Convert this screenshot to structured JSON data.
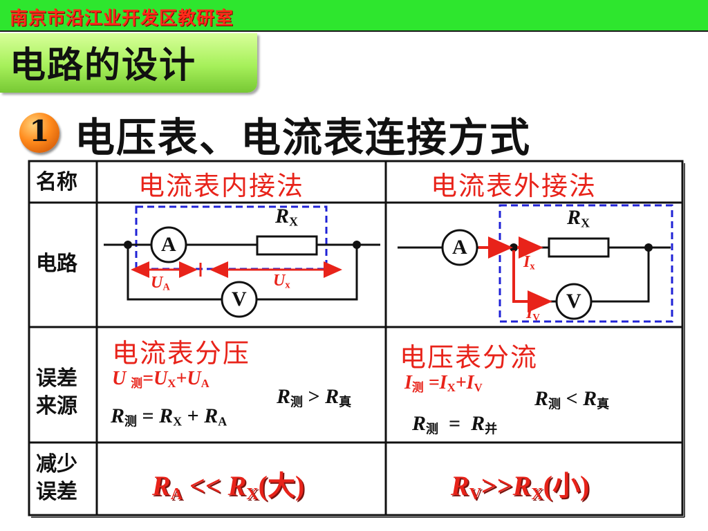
{
  "header": {
    "org": "南京市沿江业开发区教研室"
  },
  "tag": {
    "label": "电路的设计"
  },
  "section": {
    "number": "1",
    "title": "电压表、电流表连接方式"
  },
  "table": {
    "rows": {
      "name": "名称",
      "circuit": "电路",
      "error_line1": "误差",
      "error_line2": "来源",
      "reduce_line1": "减少",
      "reduce_line2": "误差"
    },
    "inner": {
      "title": "电流表内接法",
      "error_title": "电流表分压",
      "meter_a": "A",
      "meter_v": "V",
      "resistor": "R",
      "resistor_sub": "X",
      "ua": "U",
      "ua_sub": "A",
      "ux": "U",
      "ux_sub": "x",
      "formula_u": {
        "u": "U",
        "measured": "测",
        "eq": "=",
        "ux": "U",
        "ux_sub": "X",
        "plus": "+",
        "ua": "U",
        "ua_sub": "A"
      },
      "formula_r": {
        "r": "R",
        "measured": "测",
        "eq": "=",
        "rx": "R",
        "rx_sub": "X",
        "plus": "+",
        "ra": "R",
        "ra_sub": "A"
      },
      "compare": {
        "r1": "R",
        "s1": "测",
        "op": ">",
        "r2": "R",
        "s2": "真"
      },
      "reduce": {
        "r1": "R",
        "s1": "A",
        "op": "<<",
        "r2": "R",
        "s2": "X",
        "note": "(大)"
      }
    },
    "outer": {
      "title": "电流表外接法",
      "error_title": "电压表分流",
      "meter_a": "A",
      "meter_v": "V",
      "resistor": "R",
      "resistor_sub": "X",
      "ix": "I",
      "ix_sub": "x",
      "iv": "I",
      "iv_sub": "V",
      "formula_i": {
        "i": "I",
        "measured": "测",
        "eq": "=",
        "ix": "I",
        "ix_sub": "X",
        "plus": "+",
        "iv": "I",
        "iv_sub": "V"
      },
      "formula_r": {
        "r": "R",
        "measured": "测",
        "eq": "=",
        "rp": "R",
        "rp_sub": "并"
      },
      "compare": {
        "r1": "R",
        "s1": "测",
        "op": "<",
        "r2": "R",
        "s2": "真"
      },
      "reduce": {
        "r1": "R",
        "s1": "V",
        "op": ">>",
        "r2": "R",
        "s2": "X",
        "note": "(小)"
      }
    }
  },
  "colors": {
    "bar": "#2ee62e",
    "accent_red": "#e8231a",
    "tag_green": "#a6f05a",
    "dashed_blue": "#1f22d6"
  }
}
